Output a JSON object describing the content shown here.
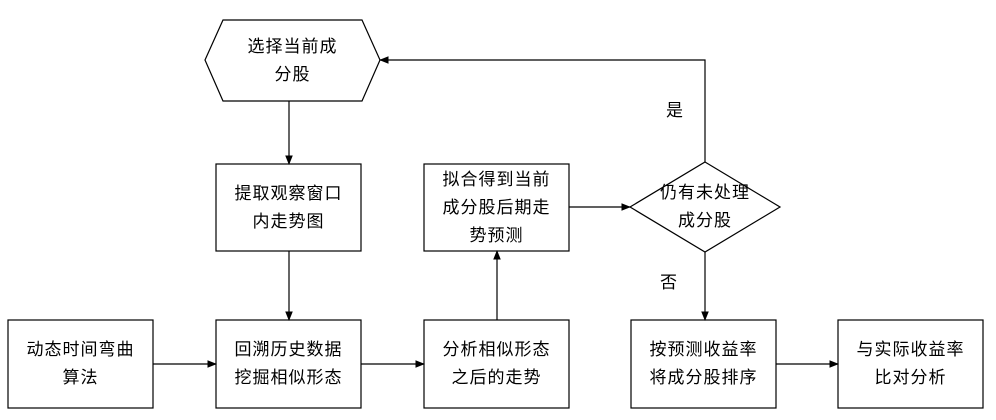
{
  "nodes": {
    "select_stock": [
      "选择当前成",
      "分股"
    ],
    "extract_window": [
      "提取观察窗口",
      "内走势图"
    ],
    "dtw": [
      "动态时间弯曲",
      "算法"
    ],
    "backtrack_mining": [
      "回溯历史数据",
      "挖掘相似形态"
    ],
    "analyze_trend": [
      "分析相似形态",
      "之后的走势"
    ],
    "fit_forecast": [
      "拟合得到当前",
      "成分股后期走",
      "势预测"
    ],
    "still_unprocessed": [
      "仍有未处理",
      "成分股"
    ],
    "sort_by_return": [
      "按预测收益率",
      "将成分股排序"
    ],
    "compare_actual": [
      "与实际收益率",
      "比对分析"
    ]
  },
  "edge_labels": {
    "yes": "是",
    "no": "否"
  },
  "colors": {
    "stroke": "#000000",
    "fill": "#ffffff"
  }
}
